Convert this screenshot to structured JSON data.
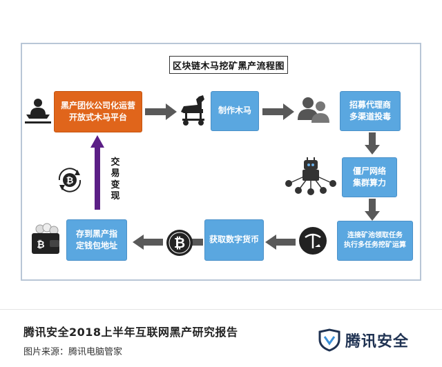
{
  "diagram": {
    "title": "区块链木马挖矿黑产流程图",
    "nodes": {
      "gang": {
        "line1": "黑产团伙公司化运营",
        "line2": "开放式木马平台"
      },
      "make_trojan": {
        "label": "制作木马"
      },
      "recruit": {
        "line1": "招募代理商",
        "line2": "多渠道投毒"
      },
      "botnet": {
        "line1": "僵尸网络",
        "line2": "集群算力"
      },
      "pool": {
        "line1": "连接矿池领取任务",
        "line2": "执行多任务挖矿运算"
      },
      "get_coin": {
        "label": "获取数字货币"
      },
      "wallet": {
        "line1": "存到黑产指",
        "line2": "定钱包地址"
      }
    },
    "trade_label": [
      "交",
      "易",
      "变",
      "现"
    ]
  },
  "footer": {
    "title": "腾讯安全2018上半年互联网黑产研究报告",
    "source": "图片来源：腾讯电脑管家",
    "brand": "腾讯安全"
  },
  "colors": {
    "node_blue": "#5aa7e0",
    "node_orange": "#e0651b",
    "arrow_gray": "#595959",
    "arrow_purple": "#5b1f86",
    "frame_border": "#b8c6d6",
    "brand_blue": "#1f3252"
  },
  "icons": [
    "person-at-desk-icon",
    "trojan-horse-icon",
    "users-group-icon",
    "robot-botnet-icon",
    "mining-pickaxe-icon",
    "bitcoin-coin-icon",
    "bitcoin-exchange-icon",
    "wallet-icon",
    "tencent-shield-logo"
  ]
}
